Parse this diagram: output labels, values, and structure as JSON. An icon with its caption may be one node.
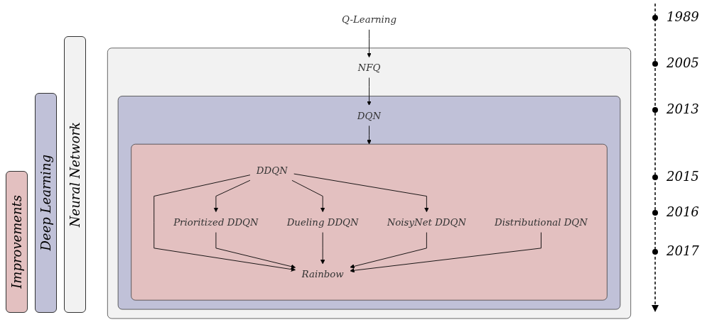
{
  "diagram": {
    "nodes": [
      {
        "text": [
          "Q-Learning"
        ]
      },
      {
        "text": [],
        "shape": "box"
      },
      {
        "text": [
          "NFQ"
        ],
        "in": 1
      },
      {
        "text": [],
        "shape": "box",
        "in": 1
      },
      {
        "text": [
          "DQN"
        ],
        "in": 3
      },
      {
        "text": [],
        "shape": "box",
        "in": 3
      },
      {
        "text": [
          "DDQN"
        ],
        "in": 5
      },
      {
        "text": [
          "Dueling DDQN"
        ],
        "in": 5
      },
      {
        "text": [
          "Prioritized DDQN"
        ],
        "in": 5
      },
      {
        "text": [
          "NoisyNet DDQN"
        ],
        "in": 5
      },
      {
        "text": [
          "Rainbow"
        ],
        "in": 5
      },
      {
        "text": [
          "Distributional DQN"
        ],
        "in": 5
      }
    ],
    "edges": [
      {
        "from": 0,
        "to": 2,
        "arrow": "to"
      },
      {
        "from": 2,
        "to": 4,
        "arrow": "to"
      },
      {
        "from": 4,
        "to": 5,
        "arrow": "to"
      },
      {
        "from": 6,
        "to": 7,
        "arrow": "to"
      },
      {
        "from": 6,
        "to": 8,
        "arrow": "to"
      },
      {
        "from": 6,
        "to": 10,
        "arrow": "to"
      },
      {
        "from": 6,
        "to": 9,
        "arrow": "to"
      },
      {
        "from": 8,
        "to": 10,
        "arrow": "to"
      },
      {
        "from": 7,
        "to": 10,
        "arrow": "to"
      },
      {
        "from": 9,
        "to": 10,
        "arrow": "to"
      },
      {
        "from": 11,
        "to": 10,
        "arrow": "to"
      }
    ],
    "labels": [
      "1989",
      "2005",
      "2013",
      "2015",
      "2016",
      "2017"
    ],
    "legend": [
      {
        "text": "Improvements",
        "color": "#e3c0c0"
      },
      {
        "text": "Deep Learning",
        "color": "#c0c1d8"
      },
      {
        "text": "Neural Network",
        "color": "#f2f2f2"
      }
    ]
  }
}
